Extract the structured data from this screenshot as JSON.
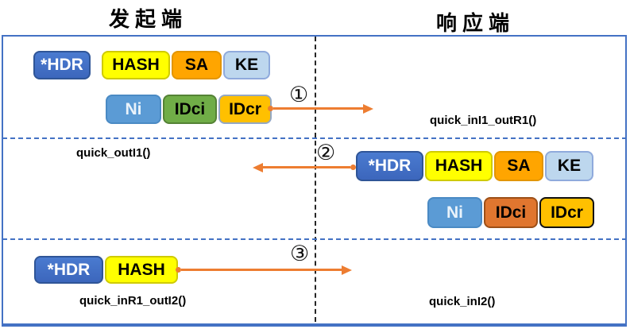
{
  "header": {
    "initiator_title": "发起端",
    "responder_title": "响应端"
  },
  "colors": {
    "frame_blue": "#4472C4",
    "divider_dash_blue": "#4472C4",
    "center_dash_black": "#262626",
    "arrow_orange": "#ED7D31",
    "hdr_blue": "#4472C4",
    "hash_yellow": "#FFFF00",
    "sa_orange": "#FFA500",
    "ke_light_blue": "#BDD7EE",
    "ni_blue": "#5B9BD5",
    "idci_green": "#70AD47",
    "idci_orange": "#E0762F",
    "idcr_gold": "#FFC000"
  },
  "step1": {
    "number": "①",
    "payload1": {
      "hdr": "*HDR",
      "hash": "HASH",
      "sa": "SA",
      "ke": "KE"
    },
    "payload2": {
      "ni": "Ni",
      "idci": "IDci",
      "idcr": "IDcr"
    },
    "responder_func": "quick_inI1_outR1()"
  },
  "step2": {
    "number": "②",
    "initiator_func": "quick_outI1()",
    "payload1": {
      "hdr": "*HDR",
      "hash": "HASH",
      "sa": "SA",
      "ke": "KE"
    },
    "payload2": {
      "ni": "Ni",
      "idci": "IDci",
      "idcr": "IDcr"
    }
  },
  "step3": {
    "number": "③",
    "payload1": {
      "hdr": "*HDR",
      "hash": "HASH"
    },
    "initiator_func": "quick_inR1_outI2()",
    "responder_func": "quick_inI2()"
  }
}
